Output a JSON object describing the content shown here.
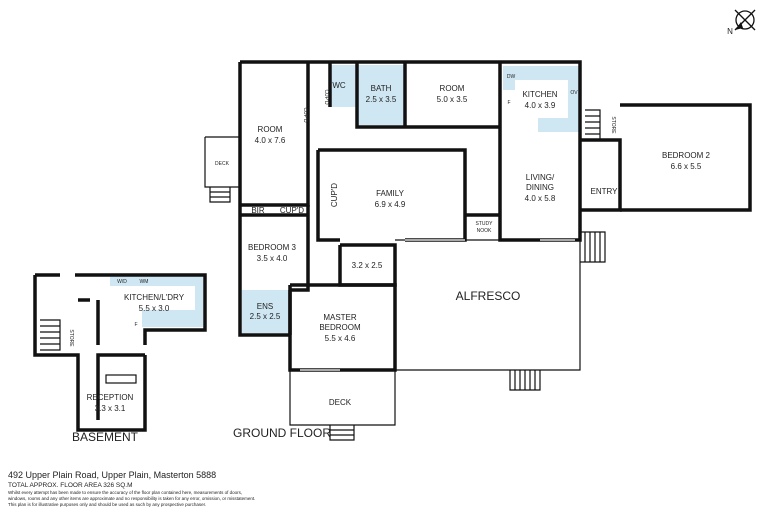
{
  "address": "492 Upper Plain Road, Upper Plain, Masterton 5888",
  "total_area": "TOTAL APPROX. FLOOR AREA 326 SQ.M",
  "disclaimer": [
    "Whilst every attempt has been made to ensure the accuracy of the floor plan contained here, measurements of doors,",
    "windows, rooms and any other items are approximate and no responsibility is taken for any error, omission, or misstatement.",
    "This plan is for illustrative purposes only and should be used as such by any prospective purchaser."
  ],
  "compass": {
    "label": "N",
    "icon": "compass-north-icon"
  },
  "colors": {
    "wet_area": "#cfe7f3",
    "walls": "#111111"
  },
  "floors": {
    "ground": {
      "title": "GROUND FLOOR",
      "rooms": {
        "room1": {
          "name": "ROOM",
          "size": "4.0 x 7.6"
        },
        "wc": {
          "name": "WC"
        },
        "cupd1": {
          "name": "CUP'D"
        },
        "cupd2": {
          "name": "CUP'D"
        },
        "bath": {
          "name": "BATH",
          "size": "2.5 x 3.5"
        },
        "room2": {
          "name": "ROOM",
          "size": "5.0 x 3.5"
        },
        "kitchen": {
          "name": "KITCHEN",
          "size": "4.0 x 3.9"
        },
        "kitchen_dw": "DW",
        "kitchen_ov": "OV",
        "kitchen_f": "F",
        "store": {
          "name": "STORE"
        },
        "bedroom2": {
          "name": "BEDROOM 2",
          "size": "6.6 x 5.5"
        },
        "deck_left": {
          "name": "DECK"
        },
        "family": {
          "name": "FAMILY",
          "size": "6.9 x 4.9"
        },
        "cupd3": {
          "name": "CUP'D"
        },
        "living": {
          "name": "LIVING/",
          "name2": "DINING",
          "size": "4.0 x 5.8"
        },
        "entry": {
          "name": "ENTRY"
        },
        "study": {
          "name": "STUDY",
          "name2": "NOOK"
        },
        "bir": {
          "name": "BIR"
        },
        "cupd4": {
          "name": "CUP'D"
        },
        "bedroom3": {
          "name": "BEDROOM 3",
          "size": "3.5 x 4.0"
        },
        "small_room": {
          "size": "3.2 x 2.5"
        },
        "alfresco": {
          "name": "ALFRESCO"
        },
        "ens": {
          "name": "ENS",
          "size": "2.5 x 2.5"
        },
        "master": {
          "name": "MASTER",
          "name2": "BEDROOM",
          "size": "5.5 x 4.6"
        },
        "deck_bottom": {
          "name": "DECK"
        }
      }
    },
    "basement": {
      "title": "BASEMENT",
      "rooms": {
        "kitchen_ldry": {
          "name": "KITCHEN/L'DRY",
          "size": "5.5 x 3.0"
        },
        "wd": "W/D",
        "wm": "WM",
        "f": "F",
        "store": {
          "name": "STORE"
        },
        "reception": {
          "name": "RECEPTION",
          "size": "3.3 x 3.1"
        }
      }
    }
  }
}
